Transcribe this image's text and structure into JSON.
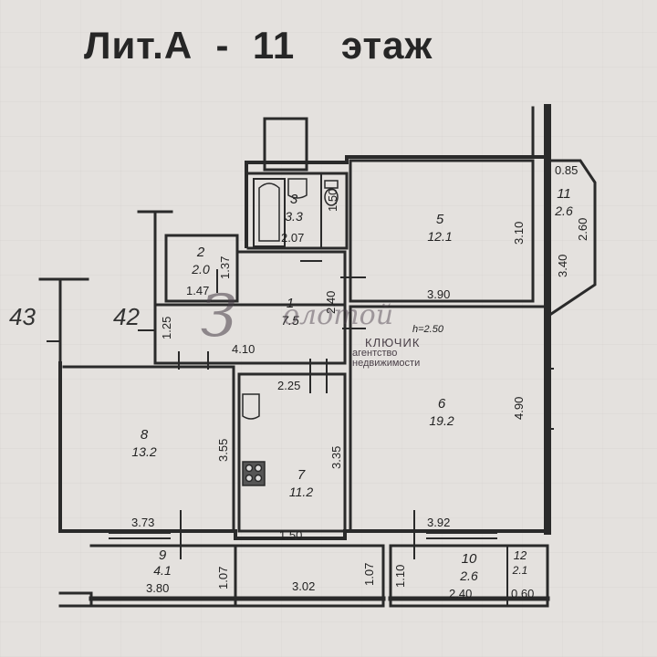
{
  "title": "Лит.А  -  11    этаж",
  "axes": {
    "left_outer": "43",
    "left_inner": "42"
  },
  "rooms": [
    {
      "num": "1",
      "area": "7.5"
    },
    {
      "num": "2",
      "area": "2.0"
    },
    {
      "num": "3",
      "area": "3.3"
    },
    {
      "num": "5",
      "area": "12.1"
    },
    {
      "num": "6",
      "area": "19.2"
    },
    {
      "num": "7",
      "area": "11.2"
    },
    {
      "num": "8",
      "area": "13.2"
    },
    {
      "num": "9",
      "area": "4.1"
    },
    {
      "num": "10",
      "area": "2.6"
    },
    {
      "num": "11",
      "area": "2.6"
    },
    {
      "num": "12",
      "area": "2.1"
    }
  ],
  "dims": {
    "d_0_85": "0.85",
    "d_3_10": "3.10",
    "d_2_60": "2.60",
    "d_3_40": "3.40",
    "d_1_50": "1.50",
    "d_2_07": "2.07",
    "d_1_37": "1.37",
    "d_1_47": "1.47",
    "d_2_40": "2.40",
    "d_3_90": "3.90",
    "d_h_2_50": "h=2.50",
    "d_1_25": "1.25",
    "d_4_10": "4.10",
    "d_2_25": "2.25",
    "d_3_55": "3.55",
    "d_3_35": "3.35",
    "d_4_90": "4.90",
    "d_3_73": "3.73",
    "d_1_50b": "1.50",
    "d_3_92": "3.92",
    "d_1_07a": "1.07",
    "d_3_02": "3.02",
    "d_1_07b": "1.07",
    "d_1_10": "1.10",
    "d_3_80": "3.80",
    "d_2_40b": "2.40",
    "d_0_60": "0.60"
  },
  "watermark": {
    "logo": "З",
    "word": "олотой",
    "line1": "КЛЮЧИК",
    "line2": "агентство недвижимости"
  }
}
